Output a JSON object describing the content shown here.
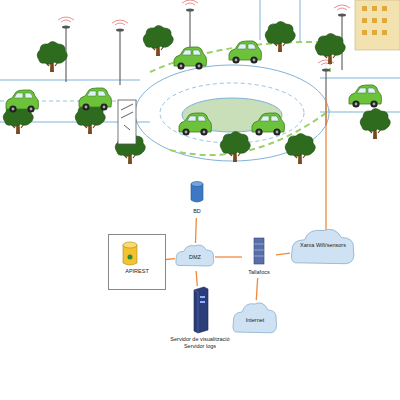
{
  "diagram": {
    "nodes": [
      {
        "text": [
          "BD"
        ]
      },
      {
        "text": [
          "APIREST"
        ]
      },
      {
        "text": [
          "DMZ"
        ]
      },
      {
        "text": [
          "Tallafocs"
        ]
      },
      {
        "text": [
          "Servidor de visualització Servidor logs"
        ]
      },
      {
        "text": [
          "Internet"
        ]
      },
      {
        "text": [
          "Xarxa Wifi/sensors"
        ]
      }
    ],
    "edges": [
      {
        "from": 0,
        "to": 2,
        "arrow": "none"
      },
      {
        "from": 1,
        "to": 2,
        "arrow": "none"
      },
      {
        "from": 2,
        "to": 3,
        "arrow": "none"
      },
      {
        "from": 2,
        "to": 4,
        "arrow": "none"
      },
      {
        "from": 3,
        "to": 5,
        "arrow": "none"
      },
      {
        "from": 3,
        "to": 6,
        "arrow": "none"
      }
    ]
  }
}
